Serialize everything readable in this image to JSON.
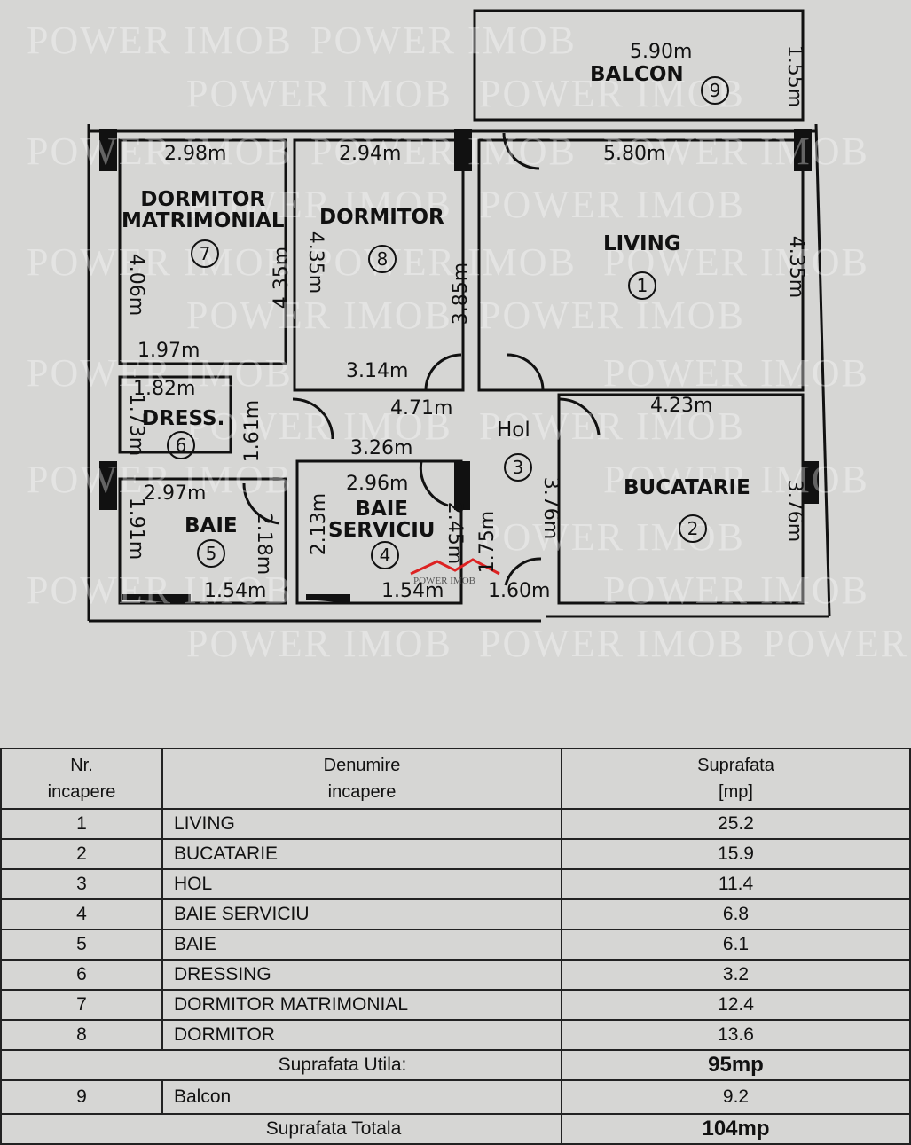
{
  "watermark": "POWER IMOB",
  "plan": {
    "rooms": [
      {
        "label": "BALCON",
        "number": "9"
      },
      {
        "label": "DORMITOR\nMATRIMONIAL",
        "number": "7"
      },
      {
        "label": "DORMITOR",
        "number": "8"
      },
      {
        "label": "LIVING",
        "number": "1"
      },
      {
        "label": "DRESS.",
        "number": "6"
      },
      {
        "label": "Hol",
        "number": "3"
      },
      {
        "label": "BUCATARIE",
        "number": "2"
      },
      {
        "label": "BAIE",
        "number": "5"
      },
      {
        "label": "BAIE\nSERVICIU",
        "number": "4"
      }
    ],
    "dimensions": [
      "5.90m",
      "1.55m",
      "2.98m",
      "2.94m",
      "5.80m",
      "4.06m",
      "4.35m",
      "4.35m",
      "3.85m",
      "4.35m",
      "1.97m",
      "3.14m",
      "1.82m",
      "4.71m",
      "4.23m",
      "1.73m",
      "1.61m",
      "3.26m",
      "2.97m",
      "2.96m",
      "3.76m",
      "3.76m",
      "1.91m",
      "2.13m",
      "2.18m",
      "2.45m",
      "1.75m",
      "1.54m",
      "1.54m",
      "1.60m"
    ]
  },
  "table": {
    "headers": {
      "nr": "Nr.\nincapere",
      "name": "Denumire\nincapere",
      "area": "Suprafata\n[mp]"
    },
    "rows": [
      {
        "nr": "1",
        "name": "LIVING",
        "area": "25.2"
      },
      {
        "nr": "2",
        "name": "BUCATARIE",
        "area": "15.9"
      },
      {
        "nr": "3",
        "name": "HOL",
        "area": "11.4"
      },
      {
        "nr": "4",
        "name": "BAIE SERVICIU",
        "area": "6.8"
      },
      {
        "nr": "5",
        "name": "BAIE",
        "area": "6.1"
      },
      {
        "nr": "6",
        "name": "DRESSING",
        "area": "3.2"
      },
      {
        "nr": "7",
        "name": "DORMITOR MATRIMONIAL",
        "area": "12.4"
      },
      {
        "nr": "8",
        "name": "DORMITOR",
        "area": "13.6"
      }
    ],
    "useful_label": "Suprafata Utila:",
    "useful_value": "95mp",
    "balcony": {
      "nr": "9",
      "name": "Balcon",
      "area": "9.2"
    },
    "total_label": "Suprafata Totala",
    "total_value": "104mp"
  }
}
